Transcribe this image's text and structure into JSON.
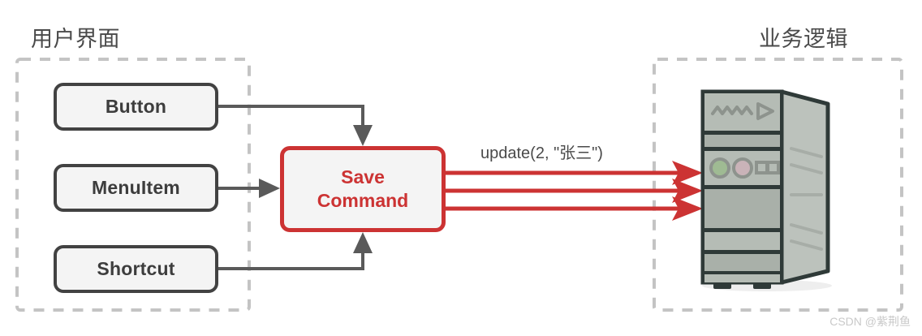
{
  "diagram": {
    "title_left": "用户界面",
    "title_right": "业务逻辑",
    "groups": [
      {
        "id": "ui",
        "label": "用户界面"
      },
      {
        "id": "business",
        "label": "业务逻辑"
      }
    ],
    "nodes": [
      {
        "id": "button",
        "label": "Button",
        "style": "gray"
      },
      {
        "id": "menuitem",
        "label": "MenuItem",
        "style": "gray"
      },
      {
        "id": "shortcut",
        "label": "Shortcut",
        "style": "gray"
      },
      {
        "id": "command",
        "label_line1": "Save",
        "label_line2": "Command",
        "style": "red"
      },
      {
        "id": "server",
        "label": "server-tower",
        "style": "illustration"
      }
    ],
    "edges": [
      {
        "from": "button",
        "to": "command",
        "color": "#5a5a5a",
        "label": ""
      },
      {
        "from": "menuitem",
        "to": "command",
        "color": "#5a5a5a",
        "label": ""
      },
      {
        "from": "shortcut",
        "to": "command",
        "color": "#5a5a5a",
        "label": ""
      },
      {
        "from": "command",
        "to": "server",
        "color": "#cc3333",
        "label": "update(2, \"张三\")"
      },
      {
        "from": "command",
        "to": "server",
        "color": "#cc3333",
        "label": ""
      },
      {
        "from": "command",
        "to": "server",
        "color": "#cc3333",
        "label": ""
      }
    ],
    "edge_label": "update(2, \"张三\")"
  },
  "colors": {
    "accent_red": "#cc3333",
    "node_border": "#424242",
    "node_fill": "#f4f4f4",
    "connector_gray": "#5a5a5a",
    "group_dash": "#c4c4c4",
    "server_body": "#b5bcb5",
    "server_outline": "#2f3a38",
    "text_dark": "#3d3d3d"
  },
  "watermark": {
    "text": "CSDN @紫荆鱼"
  }
}
